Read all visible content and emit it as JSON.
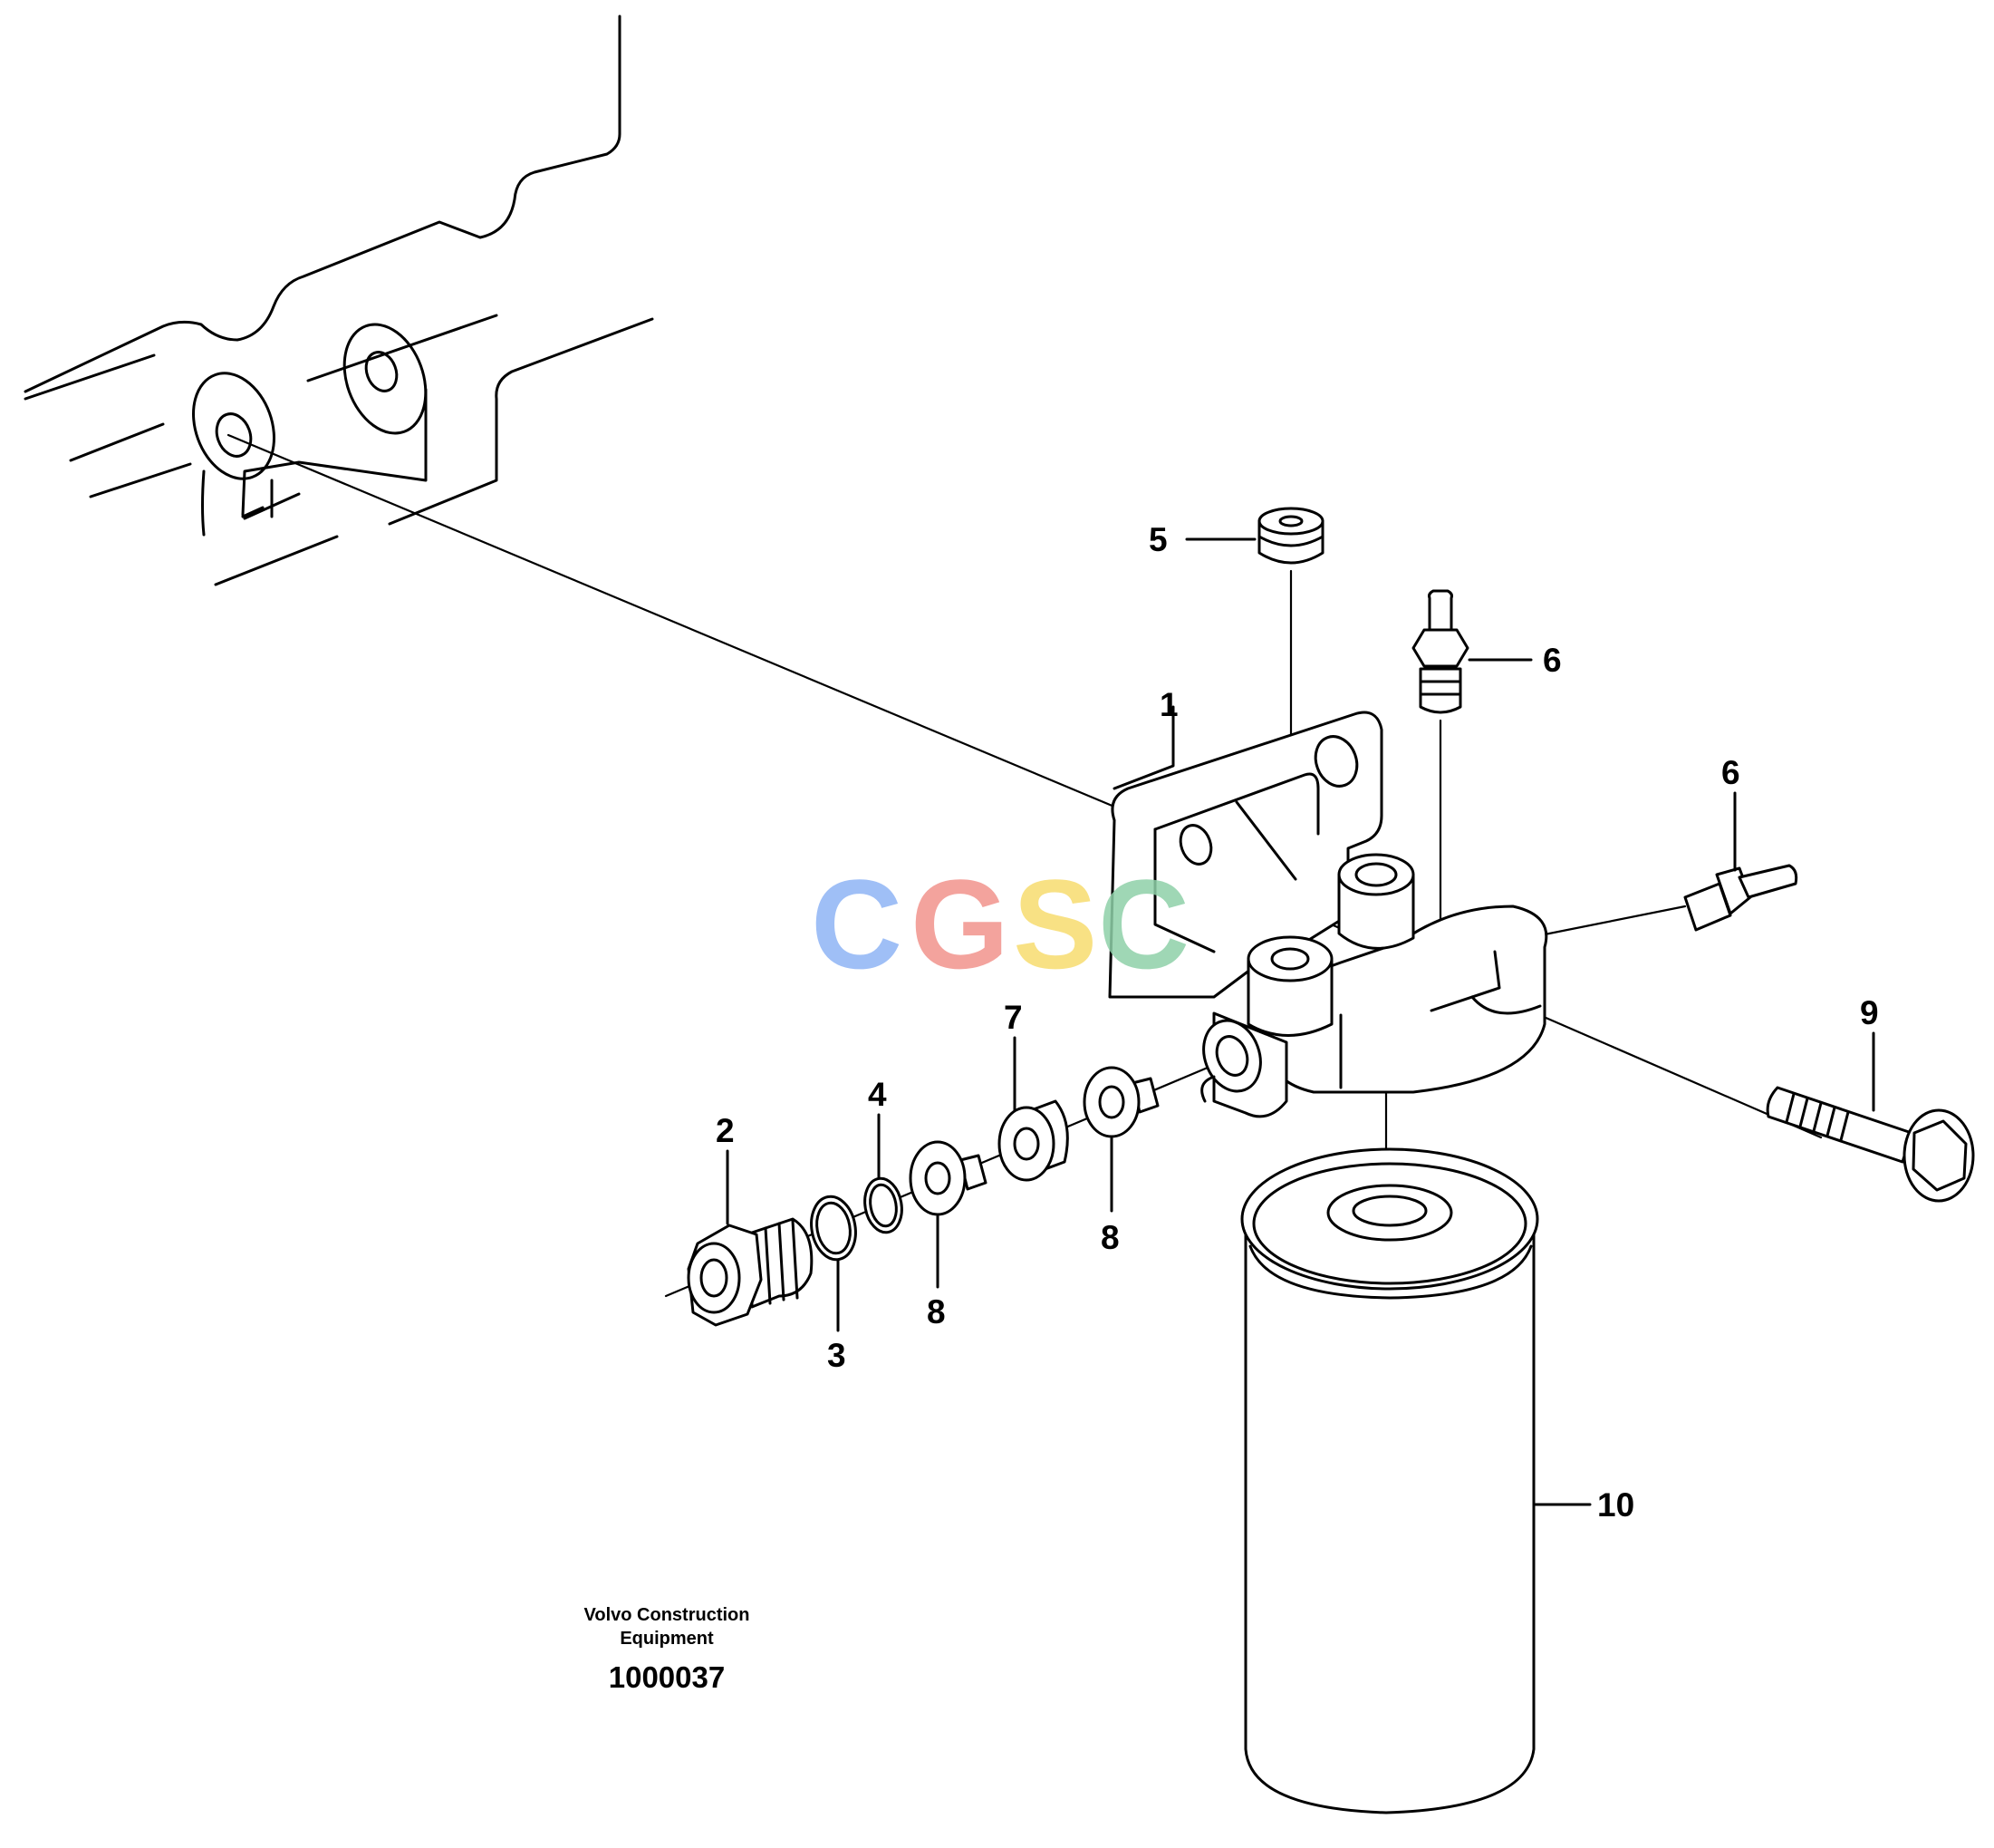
{
  "callouts": {
    "p1": "1",
    "p2": "2",
    "p3": "3",
    "p4": "4",
    "p5": "5",
    "p6a": "6",
    "p6b": "6",
    "p7": "7",
    "p8a": "8",
    "p8b": "8",
    "p9": "9",
    "p10": "10"
  },
  "credit": {
    "line1": "Volvo Construction",
    "line2": "Equipment"
  },
  "document_number": "1000037",
  "watermark": {
    "letters": [
      "C",
      "G",
      "S",
      "C"
    ],
    "colors": [
      "#8fb4f5",
      "#f2938d",
      "#f7dc6f",
      "#8fd1a9"
    ]
  }
}
